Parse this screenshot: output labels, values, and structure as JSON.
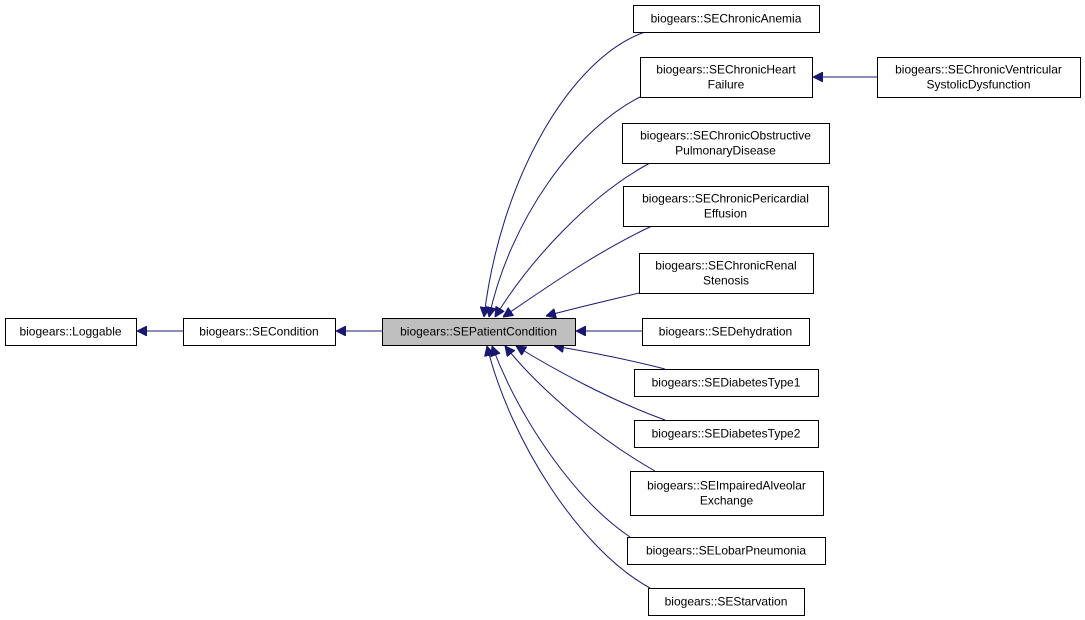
{
  "colors": {
    "edge": "#191970",
    "node_border": "#000000",
    "focus_fill": "#bfbfbf",
    "node_fill": "#ffffff",
    "background": "#ffffff"
  },
  "nodes": [
    {
      "id": "loggable",
      "lines": [
        "biogears::Loggable"
      ]
    },
    {
      "id": "secondition",
      "lines": [
        "biogears::SECondition"
      ]
    },
    {
      "id": "sepatientcondition",
      "lines": [
        "biogears::SEPatientCondition"
      ],
      "focus": true
    },
    {
      "id": "chronicanemia",
      "lines": [
        "biogears::SEChronicAnemia"
      ]
    },
    {
      "id": "chronicheartfailure",
      "lines": [
        "biogears::SEChronicHeart",
        "Failure"
      ]
    },
    {
      "id": "chronicventricular",
      "lines": [
        "biogears::SEChronicVentricular",
        "SystolicDysfunction"
      ]
    },
    {
      "id": "copd",
      "lines": [
        "biogears::SEChronicObstructive",
        "PulmonaryDisease"
      ]
    },
    {
      "id": "pericardial",
      "lines": [
        "biogears::SEChronicPericardial",
        "Effusion"
      ]
    },
    {
      "id": "renalstenosis",
      "lines": [
        "biogears::SEChronicRenal",
        "Stenosis"
      ]
    },
    {
      "id": "dehydration",
      "lines": [
        "biogears::SEDehydration"
      ]
    },
    {
      "id": "diabetes1",
      "lines": [
        "biogears::SEDiabetesType1"
      ]
    },
    {
      "id": "diabetes2",
      "lines": [
        "biogears::SEDiabetesType2"
      ]
    },
    {
      "id": "alveolar",
      "lines": [
        "biogears::SEImpairedAlveolar",
        "Exchange"
      ]
    },
    {
      "id": "lobarpneumonia",
      "lines": [
        "biogears::SELobarPneumonia"
      ]
    },
    {
      "id": "starvation",
      "lines": [
        "biogears::SEStarvation"
      ]
    }
  ],
  "edges": [
    {
      "from": "secondition",
      "to": "loggable"
    },
    {
      "from": "sepatientcondition",
      "to": "secondition"
    },
    {
      "from": "chronicanemia",
      "to": "sepatientcondition"
    },
    {
      "from": "chronicheartfailure",
      "to": "sepatientcondition"
    },
    {
      "from": "chronicventricular",
      "to": "chronicheartfailure"
    },
    {
      "from": "copd",
      "to": "sepatientcondition"
    },
    {
      "from": "pericardial",
      "to": "sepatientcondition"
    },
    {
      "from": "renalstenosis",
      "to": "sepatientcondition"
    },
    {
      "from": "dehydration",
      "to": "sepatientcondition"
    },
    {
      "from": "diabetes1",
      "to": "sepatientcondition"
    },
    {
      "from": "diabetes2",
      "to": "sepatientcondition"
    },
    {
      "from": "alveolar",
      "to": "sepatientcondition"
    },
    {
      "from": "lobarpneumonia",
      "to": "sepatientcondition"
    },
    {
      "from": "starvation",
      "to": "sepatientcondition"
    }
  ]
}
